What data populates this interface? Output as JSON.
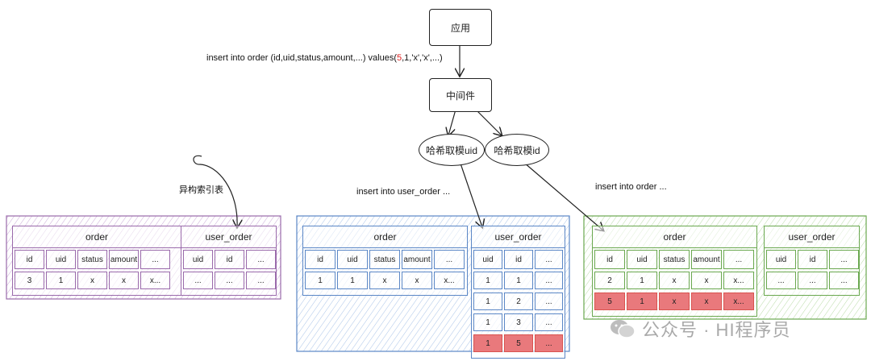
{
  "nodes": {
    "app": "应用",
    "middleware": "中间件",
    "hash_uid": "哈希取模uid",
    "hash_id": "哈希取模id"
  },
  "labels": {
    "insert_main_prefix": "insert into order (id,uid,status,amount,...) values(",
    "insert_main_highlight": "5",
    "insert_main_suffix": ",1,'x','x',...)",
    "insert_user_order": "insert into user_order ...",
    "insert_order": "insert into order ...",
    "async_index": "异构索引表"
  },
  "colors": {
    "purple": "#9a6aab",
    "blue": "#5b87c6",
    "green": "#6aa84f",
    "highlight": "#e9797c",
    "red_text": "#e02020"
  },
  "tables": {
    "purple_order": {
      "title": "order",
      "headers": [
        "id",
        "uid",
        "status",
        "amount",
        "..."
      ],
      "rows": [
        [
          "3",
          "1",
          "x",
          "x",
          "x..."
        ]
      ]
    },
    "purple_user_order": {
      "title": "user_order",
      "headers": [
        "uid",
        "id",
        "..."
      ],
      "rows": [
        [
          "...",
          "...",
          "..."
        ]
      ]
    },
    "blue_order": {
      "title": "order",
      "headers": [
        "id",
        "uid",
        "status",
        "amount",
        "..."
      ],
      "rows": [
        [
          "1",
          "1",
          "x",
          "x",
          "x..."
        ]
      ]
    },
    "blue_user_order": {
      "title": "user_order",
      "headers": [
        "uid",
        "id",
        "..."
      ],
      "rows": [
        [
          "1",
          "1",
          "..."
        ],
        [
          "1",
          "2",
          "..."
        ],
        [
          "1",
          "3",
          "..."
        ],
        [
          "1",
          "5",
          "..."
        ]
      ],
      "highlight_row": 3
    },
    "green_order": {
      "title": "order",
      "headers": [
        "id",
        "uid",
        "status",
        "amount",
        "..."
      ],
      "rows": [
        [
          "2",
          "1",
          "x",
          "x",
          "x..."
        ],
        [
          "5",
          "1",
          "x",
          "x",
          "x..."
        ]
      ],
      "highlight_row": 1
    },
    "green_user_order": {
      "title": "user_order",
      "headers": [
        "uid",
        "id",
        "..."
      ],
      "rows": [
        [
          "...",
          "...",
          "..."
        ]
      ]
    }
  },
  "watermark": {
    "text": "公众号 · HI程序员"
  }
}
